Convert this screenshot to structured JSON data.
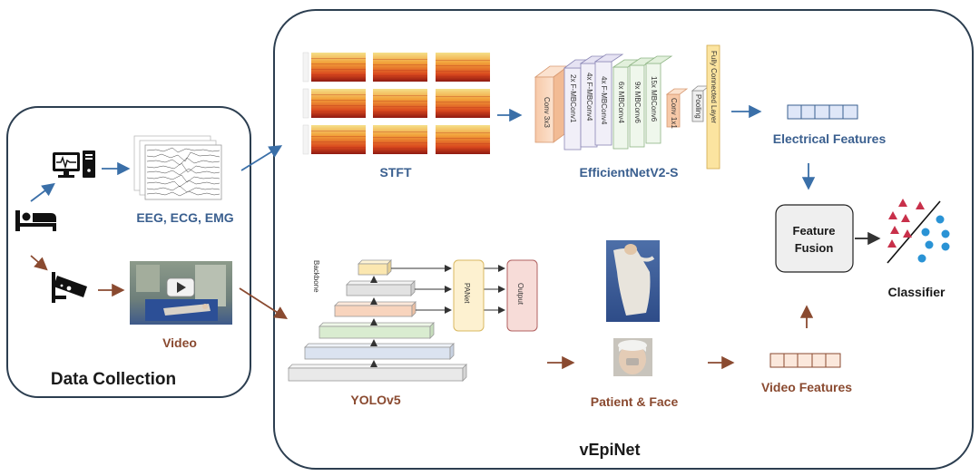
{
  "titles": {
    "data_collection": "Data Collection",
    "vepinet": "vEpiNet"
  },
  "labels": {
    "signals": "EEG, ECG, EMG",
    "video": "Video",
    "stft": "STFT",
    "efficientnet": "EfficientNetV2-S",
    "electrical_features": "Electrical Features",
    "feature_fusion_line1": "Feature",
    "feature_fusion_line2": "Fusion",
    "classifier": "Classifier",
    "yolo": "YOLOv5",
    "patient_face": "Patient & Face",
    "video_features": "Video Features",
    "backbone": "Backbone",
    "panet": "PANet",
    "output": "Output"
  },
  "effnet_layers": [
    "Conv 3x3",
    "2x F-MBConv1",
    "4x F-MBConv4",
    "4x F-MBConv4",
    "6x MBConv4",
    "9x MBConv6",
    "15x MBConv6",
    "Conv 1x1",
    "Pooling",
    "Fully Connected Layer"
  ],
  "colors": {
    "blue": "#3a5f8f",
    "brown": "#8a4a30",
    "frame": "#2c3e50"
  },
  "icons": [
    "computer-icon",
    "bed-icon",
    "camera-icon",
    "play-icon"
  ]
}
